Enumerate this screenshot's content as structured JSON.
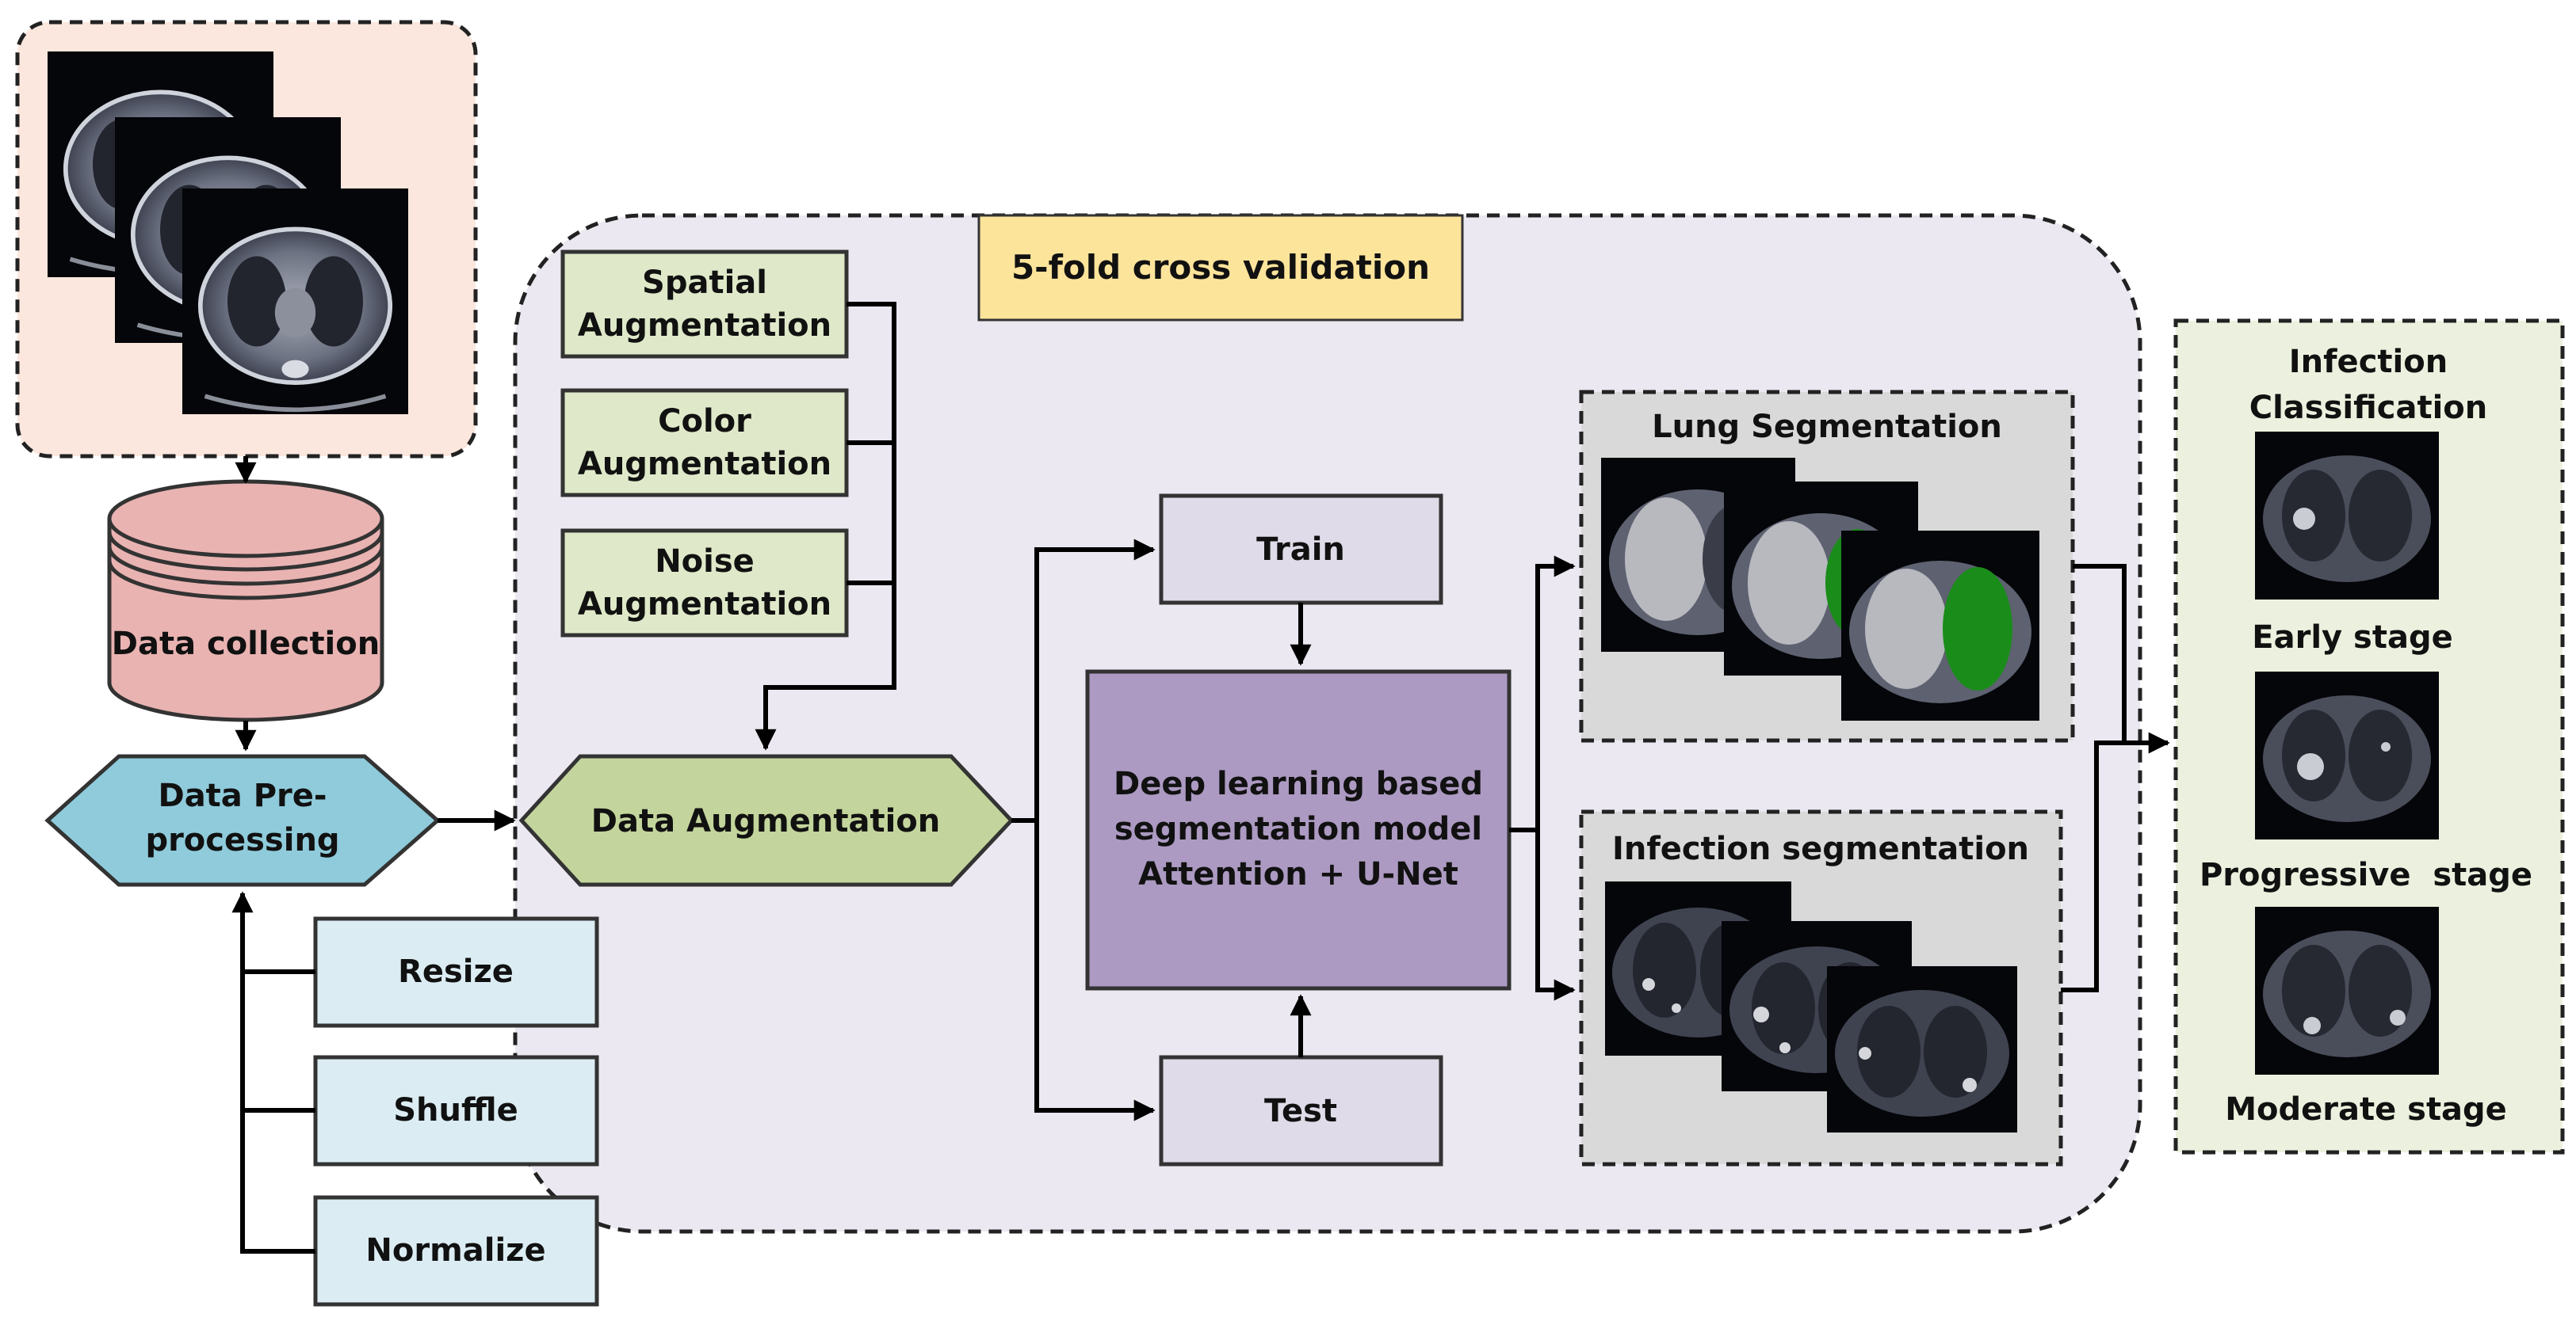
{
  "cross_validation_label": "5-fold cross validation",
  "augmentations": [
    {
      "line1": "Spatial",
      "line2": "Augmentation"
    },
    {
      "line1": "Color",
      "line2": "Augmentation"
    },
    {
      "line1": "Noise",
      "line2": "Augmentation"
    }
  ],
  "data_collection": "Data collection",
  "preprocessing": {
    "line1": "Data Pre-",
    "line2": "processing"
  },
  "preprocessing_steps": [
    "Resize",
    "Shuffle",
    "Normalize"
  ],
  "data_augmentation": "Data Augmentation",
  "train": "Train",
  "test": "Test",
  "model": {
    "line1": "Deep learning based",
    "line2": "segmentation model",
    "line3": "Attention + U-Net"
  },
  "lung_segmentation": "Lung Segmentation",
  "infection_segmentation": "Infection segmentation",
  "classification": {
    "title_line1": "Infection",
    "title_line2": "Classification",
    "stages": [
      "Early stage",
      "Progressive  stage",
      "Moderate stage"
    ]
  },
  "colors": {
    "input_panel": "#fbe7de",
    "cv_panel": "#ebe8f1",
    "cv_label": "#fde49b",
    "augmentation_box": "#dfe9c9",
    "data_collection": "#e9b3b2",
    "preprocessing": "#8fcbdb",
    "preprocessing_steps": "#dbedf3",
    "data_augmentation": "#c3d59c",
    "train_test": "#e0dbe8",
    "model": "#ac9ac2",
    "segmentation_panels": "#d9d9d9",
    "classification_panel": "#ebf1de",
    "infection_overlay": "#1a8c1a"
  }
}
